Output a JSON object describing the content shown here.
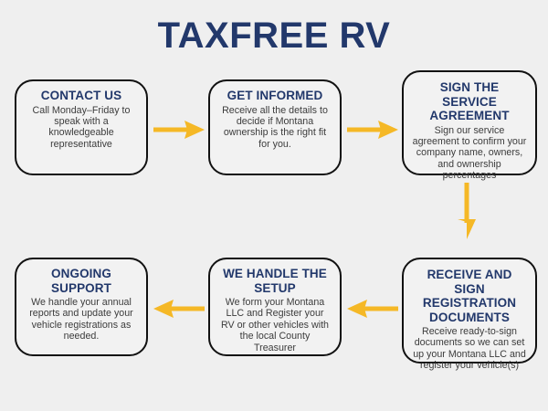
{
  "page": {
    "title": "TAXFREE RV",
    "background_color": "#efefef",
    "accent_color": "#f5b826",
    "heading_color": "#22386b",
    "body_text_color": "#3c3c3c",
    "box_border_color": "#111111",
    "box_fill_color": "#f2f2f2"
  },
  "steps": [
    {
      "id": "contact-us",
      "title": "CONTACT US",
      "body": "Call Monday–Friday to speak with a knowledgeable representative"
    },
    {
      "id": "get-informed",
      "title": "GET INFORMED",
      "body": "Receive all the details to decide if Montana ownership is the right fit for you."
    },
    {
      "id": "sign-agreement",
      "title": "SIGN THE SERVICE AGREEMENT",
      "body": "Sign our service agreement to confirm your company name, owners, and ownership percentages"
    },
    {
      "id": "receive-docs",
      "title": "RECEIVE AND SIGN REGISTRATION DOCUMENTS",
      "body": "Receive ready-to-sign documents so we can set up your Montana LLC and register your vehicle(s)"
    },
    {
      "id": "handle-setup",
      "title": "WE HANDLE THE SETUP",
      "body": "We form your Montana LLC and Register your RV or other vehicles with the local County Treasurer"
    },
    {
      "id": "ongoing-support",
      "title": "ONGOING SUPPORT",
      "body": "We handle your annual reports and update your vehicle registrations as needed."
    }
  ],
  "connectors": [
    {
      "id": "arrow-1",
      "direction": "right",
      "from": "contact-us",
      "to": "get-informed"
    },
    {
      "id": "arrow-2",
      "direction": "right",
      "from": "get-informed",
      "to": "sign-agreement"
    },
    {
      "id": "arrow-3",
      "direction": "down",
      "from": "sign-agreement",
      "to": "receive-docs"
    },
    {
      "id": "arrow-4",
      "direction": "left",
      "from": "receive-docs",
      "to": "handle-setup"
    },
    {
      "id": "arrow-5",
      "direction": "left",
      "from": "handle-setup",
      "to": "ongoing-support"
    }
  ]
}
